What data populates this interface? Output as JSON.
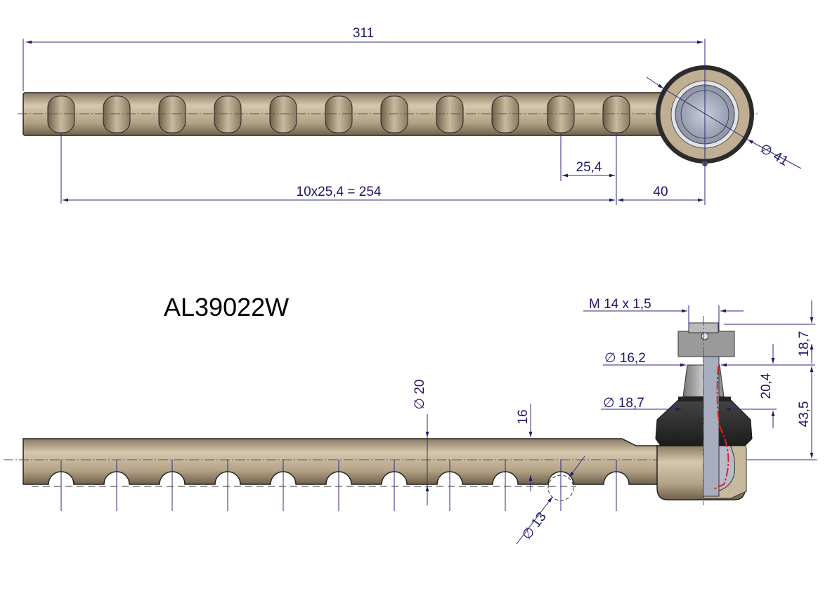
{
  "part_number": "AL39022W",
  "top_view": {
    "overall_length": "311",
    "hole_pitch": "25,4",
    "hole_series": "10x25,4 =  254",
    "end_offset": "40",
    "eye_diameter": "∅ 41"
  },
  "side_view": {
    "thread": "M  14  x 1,5",
    "taper_top_diameter": "∅  16,2",
    "taper_bottom_diameter": "∅  18,7",
    "taper_length": "20,4",
    "thread_length": "18,7",
    "stud_height": "43,5",
    "rod_diameter": "∅ 20",
    "notch_depth": "16",
    "notch_diameter": "∅ 13"
  },
  "colors": {
    "dimension": "#1a1a6a",
    "rod": "#b5a48a",
    "section_line": "#e02020"
  }
}
